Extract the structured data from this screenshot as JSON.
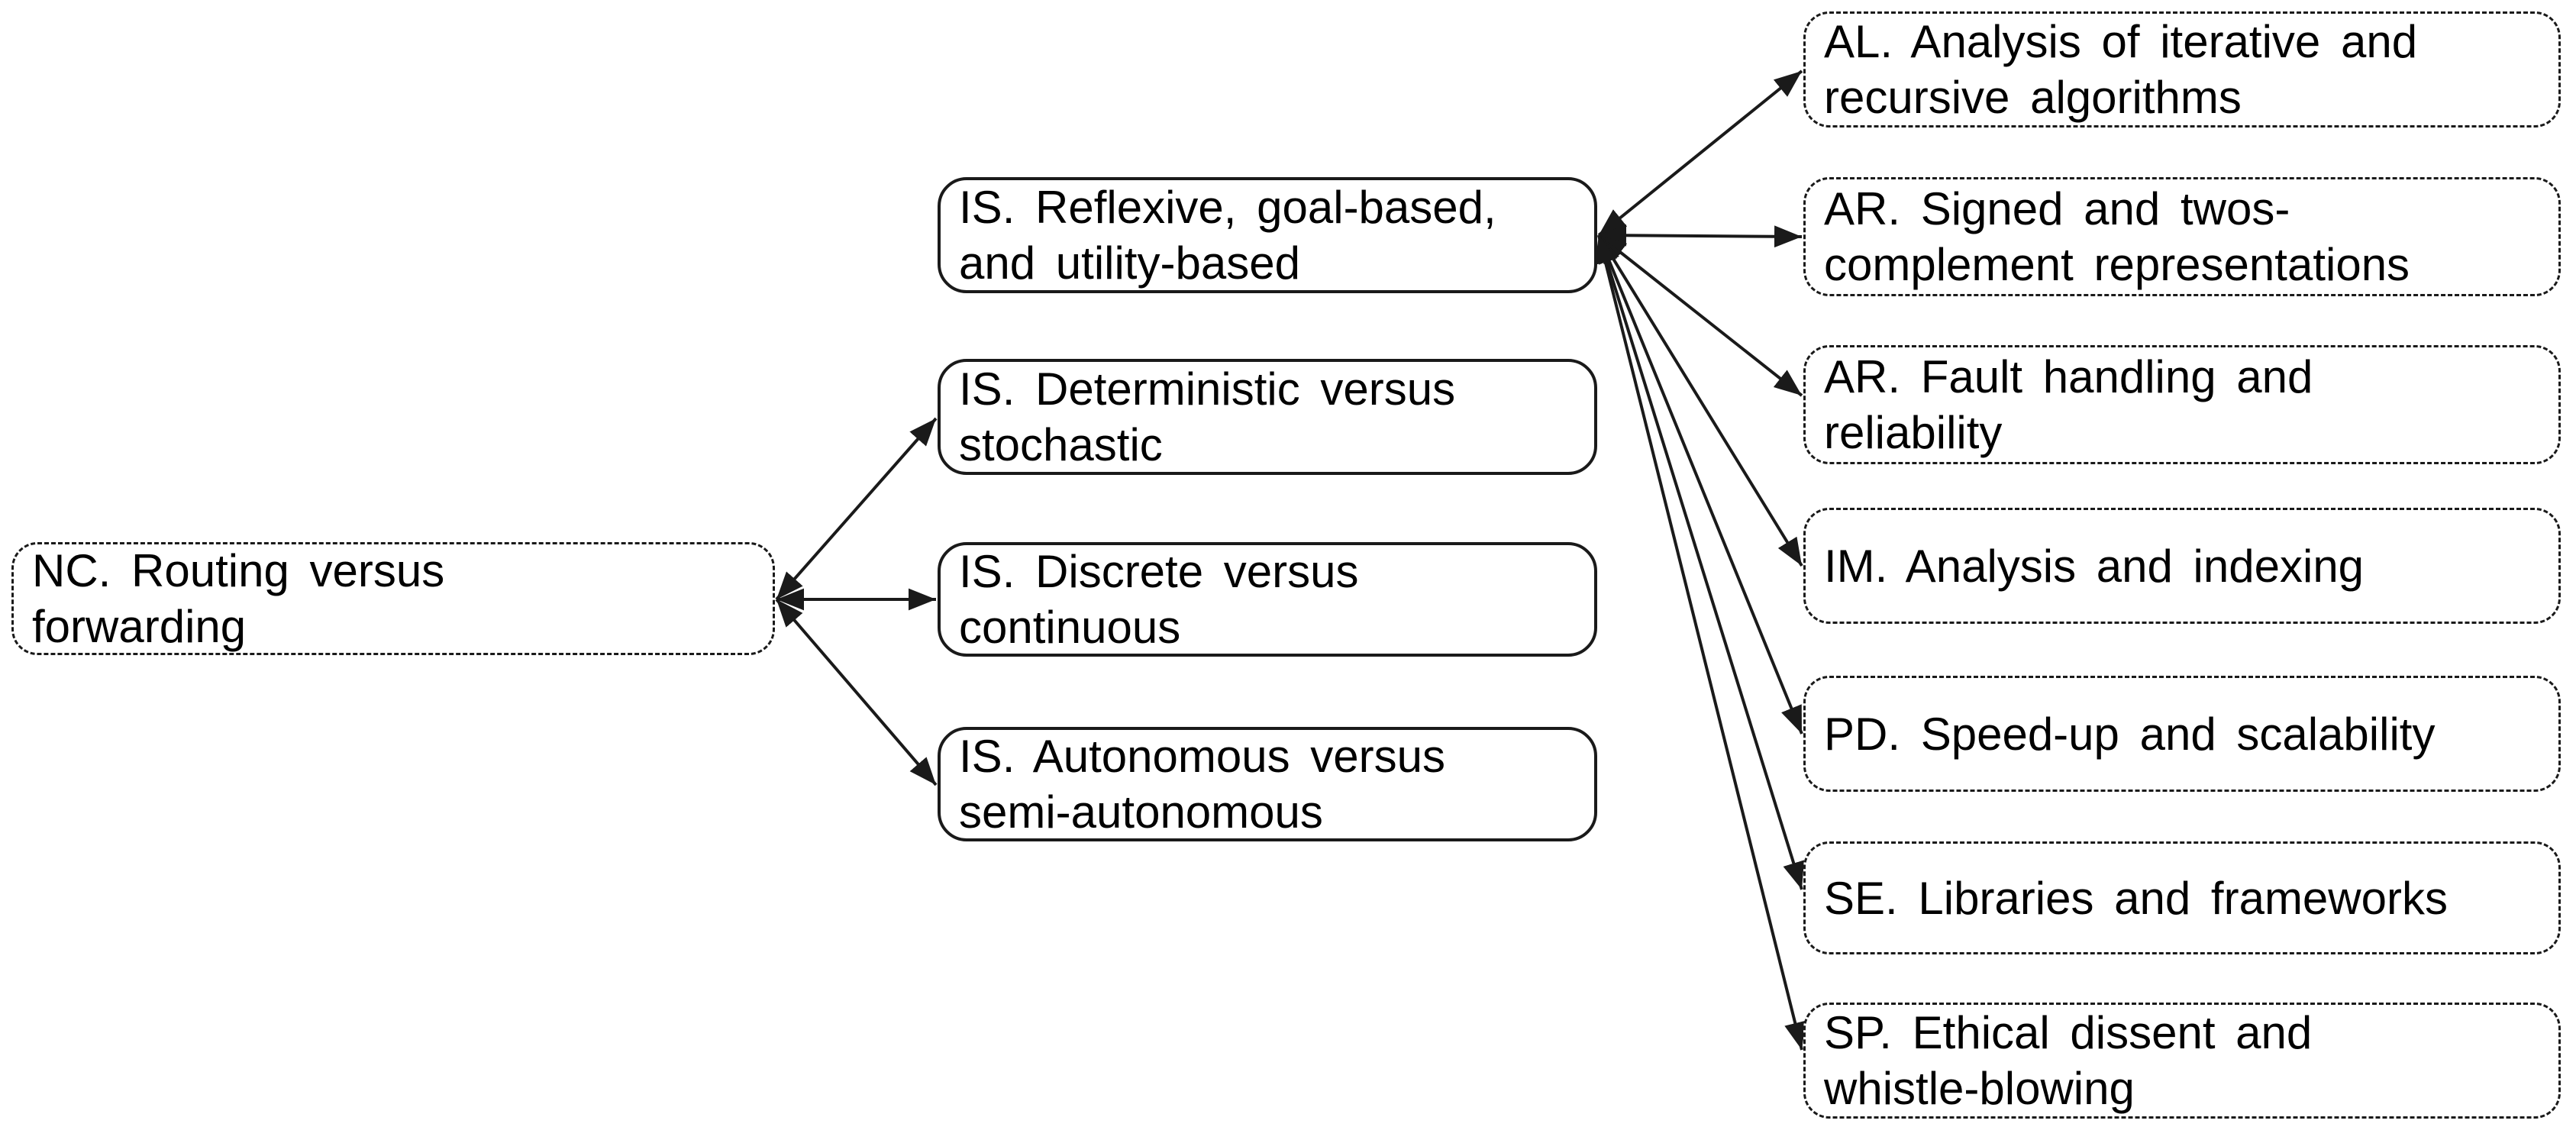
{
  "diagram": {
    "type": "concept-map",
    "colors": {
      "background": "#ffffff",
      "line": "#1a1a1a",
      "text": "#000000"
    },
    "connector_style": {
      "arrowhead": "filled-triangle",
      "arrowhead_ends": "both",
      "line": "solid thin black"
    },
    "nodes": {
      "nc_routing": {
        "code": "NC",
        "label": "NC. Routing versus\nforwarding",
        "border": "dashed"
      },
      "is_reflexive": {
        "code": "IS",
        "label": "IS. Reflexive, goal-based,\nand utility-based",
        "border": "solid"
      },
      "is_deterministic": {
        "code": "IS",
        "label": "IS. Deterministic versus\nstochastic",
        "border": "solid"
      },
      "is_discrete": {
        "code": "IS",
        "label": "IS. Discrete versus\ncontinuous",
        "border": "solid"
      },
      "is_autonomous": {
        "code": "IS",
        "label": "IS. Autonomous versus\nsemi-autonomous",
        "border": "solid"
      },
      "al_iterative": {
        "code": "AL",
        "label": "AL. Analysis of iterative and\nrecursive algorithms",
        "border": "dashed"
      },
      "ar_signed": {
        "code": "AR",
        "label": "AR. Signed and twos-\ncomplement representations",
        "border": "dashed"
      },
      "ar_fault": {
        "code": "AR",
        "label": "AR. Fault handling and\nreliability",
        "border": "dashed"
      },
      "im_analysis": {
        "code": "IM",
        "label": "IM. Analysis and indexing",
        "border": "dashed"
      },
      "pd_speedup": {
        "code": "PD",
        "label": "PD. Speed-up and scalability",
        "border": "dashed"
      },
      "se_libraries": {
        "code": "SE",
        "label": "SE. Libraries and frameworks",
        "border": "dashed"
      },
      "sp_ethical": {
        "code": "SP",
        "label": "SP. Ethical dissent and\nwhistle-blowing",
        "border": "dashed"
      }
    },
    "edges": [
      {
        "from": "nc_routing",
        "to": "is_deterministic"
      },
      {
        "from": "nc_routing",
        "to": "is_discrete"
      },
      {
        "from": "nc_routing",
        "to": "is_autonomous"
      },
      {
        "from": "is_reflexive",
        "to": "al_iterative"
      },
      {
        "from": "is_reflexive",
        "to": "ar_signed"
      },
      {
        "from": "is_reflexive",
        "to": "ar_fault"
      },
      {
        "from": "is_reflexive",
        "to": "im_analysis"
      },
      {
        "from": "is_reflexive",
        "to": "pd_speedup"
      },
      {
        "from": "is_reflexive",
        "to": "se_libraries"
      },
      {
        "from": "is_reflexive",
        "to": "sp_ethical"
      }
    ]
  }
}
